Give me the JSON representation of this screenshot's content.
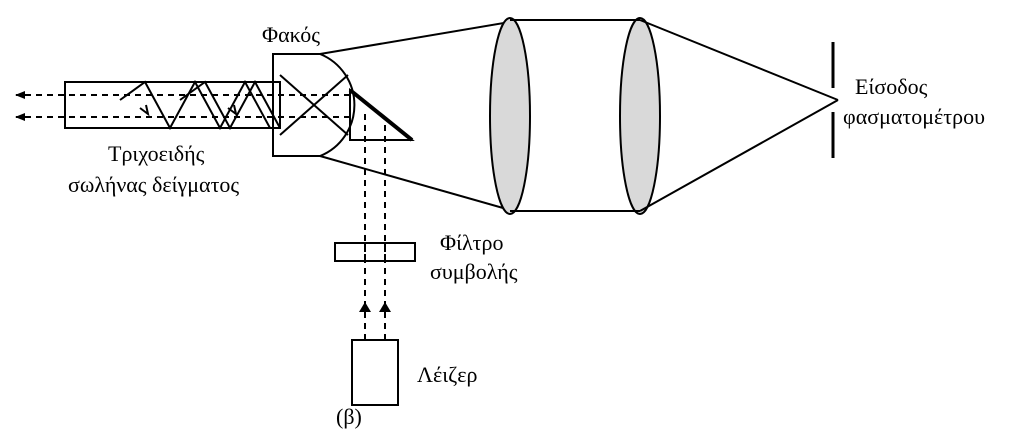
{
  "labels": {
    "lens": "Φακός",
    "spectrometer_line1": "Είσοδος",
    "spectrometer_line2": "φασματομέτρου",
    "capillary_line1": "Τριχοειδής",
    "capillary_line2": "σωλήνας δείγματος",
    "filter_line1": "Φίλτρο",
    "filter_line2": "συμβολής",
    "laser": "Λέιζερ",
    "caption": "(β)"
  },
  "colors": {
    "line": "#000000",
    "lens_fill": "#d9d9d9",
    "background": "#ffffff"
  }
}
